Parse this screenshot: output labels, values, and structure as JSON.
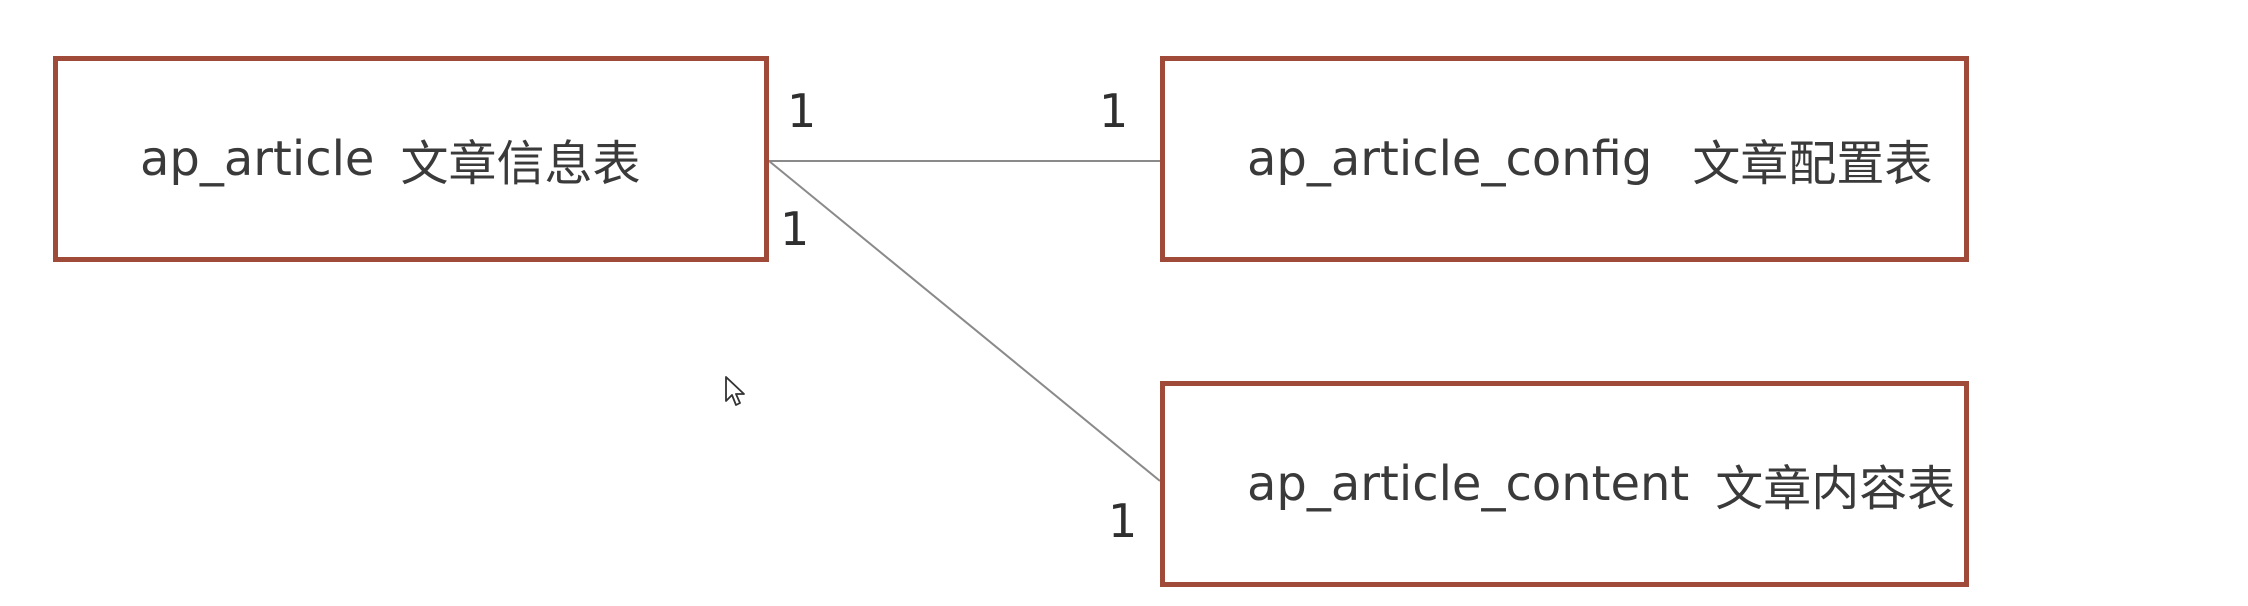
{
  "diagram": {
    "tables": [
      {
        "name": "ap_article",
        "label": "文章信息表"
      },
      {
        "name": "ap_article_config",
        "label": "文章配置表"
      },
      {
        "name": "ap_article_content",
        "label": "文章内容表"
      }
    ],
    "relations": [
      {
        "from": "ap_article",
        "to": "ap_article_config",
        "from_card": "1",
        "to_card": "1"
      },
      {
        "from": "ap_article",
        "to": "ap_article_content",
        "from_card": "1",
        "to_card": "1"
      }
    ]
  },
  "colors": {
    "box_border": "#a04a3a",
    "line": "#8a8a8a",
    "text": "#3a3a3a"
  },
  "icons": {
    "cursor": "mouse-pointer-icon"
  }
}
